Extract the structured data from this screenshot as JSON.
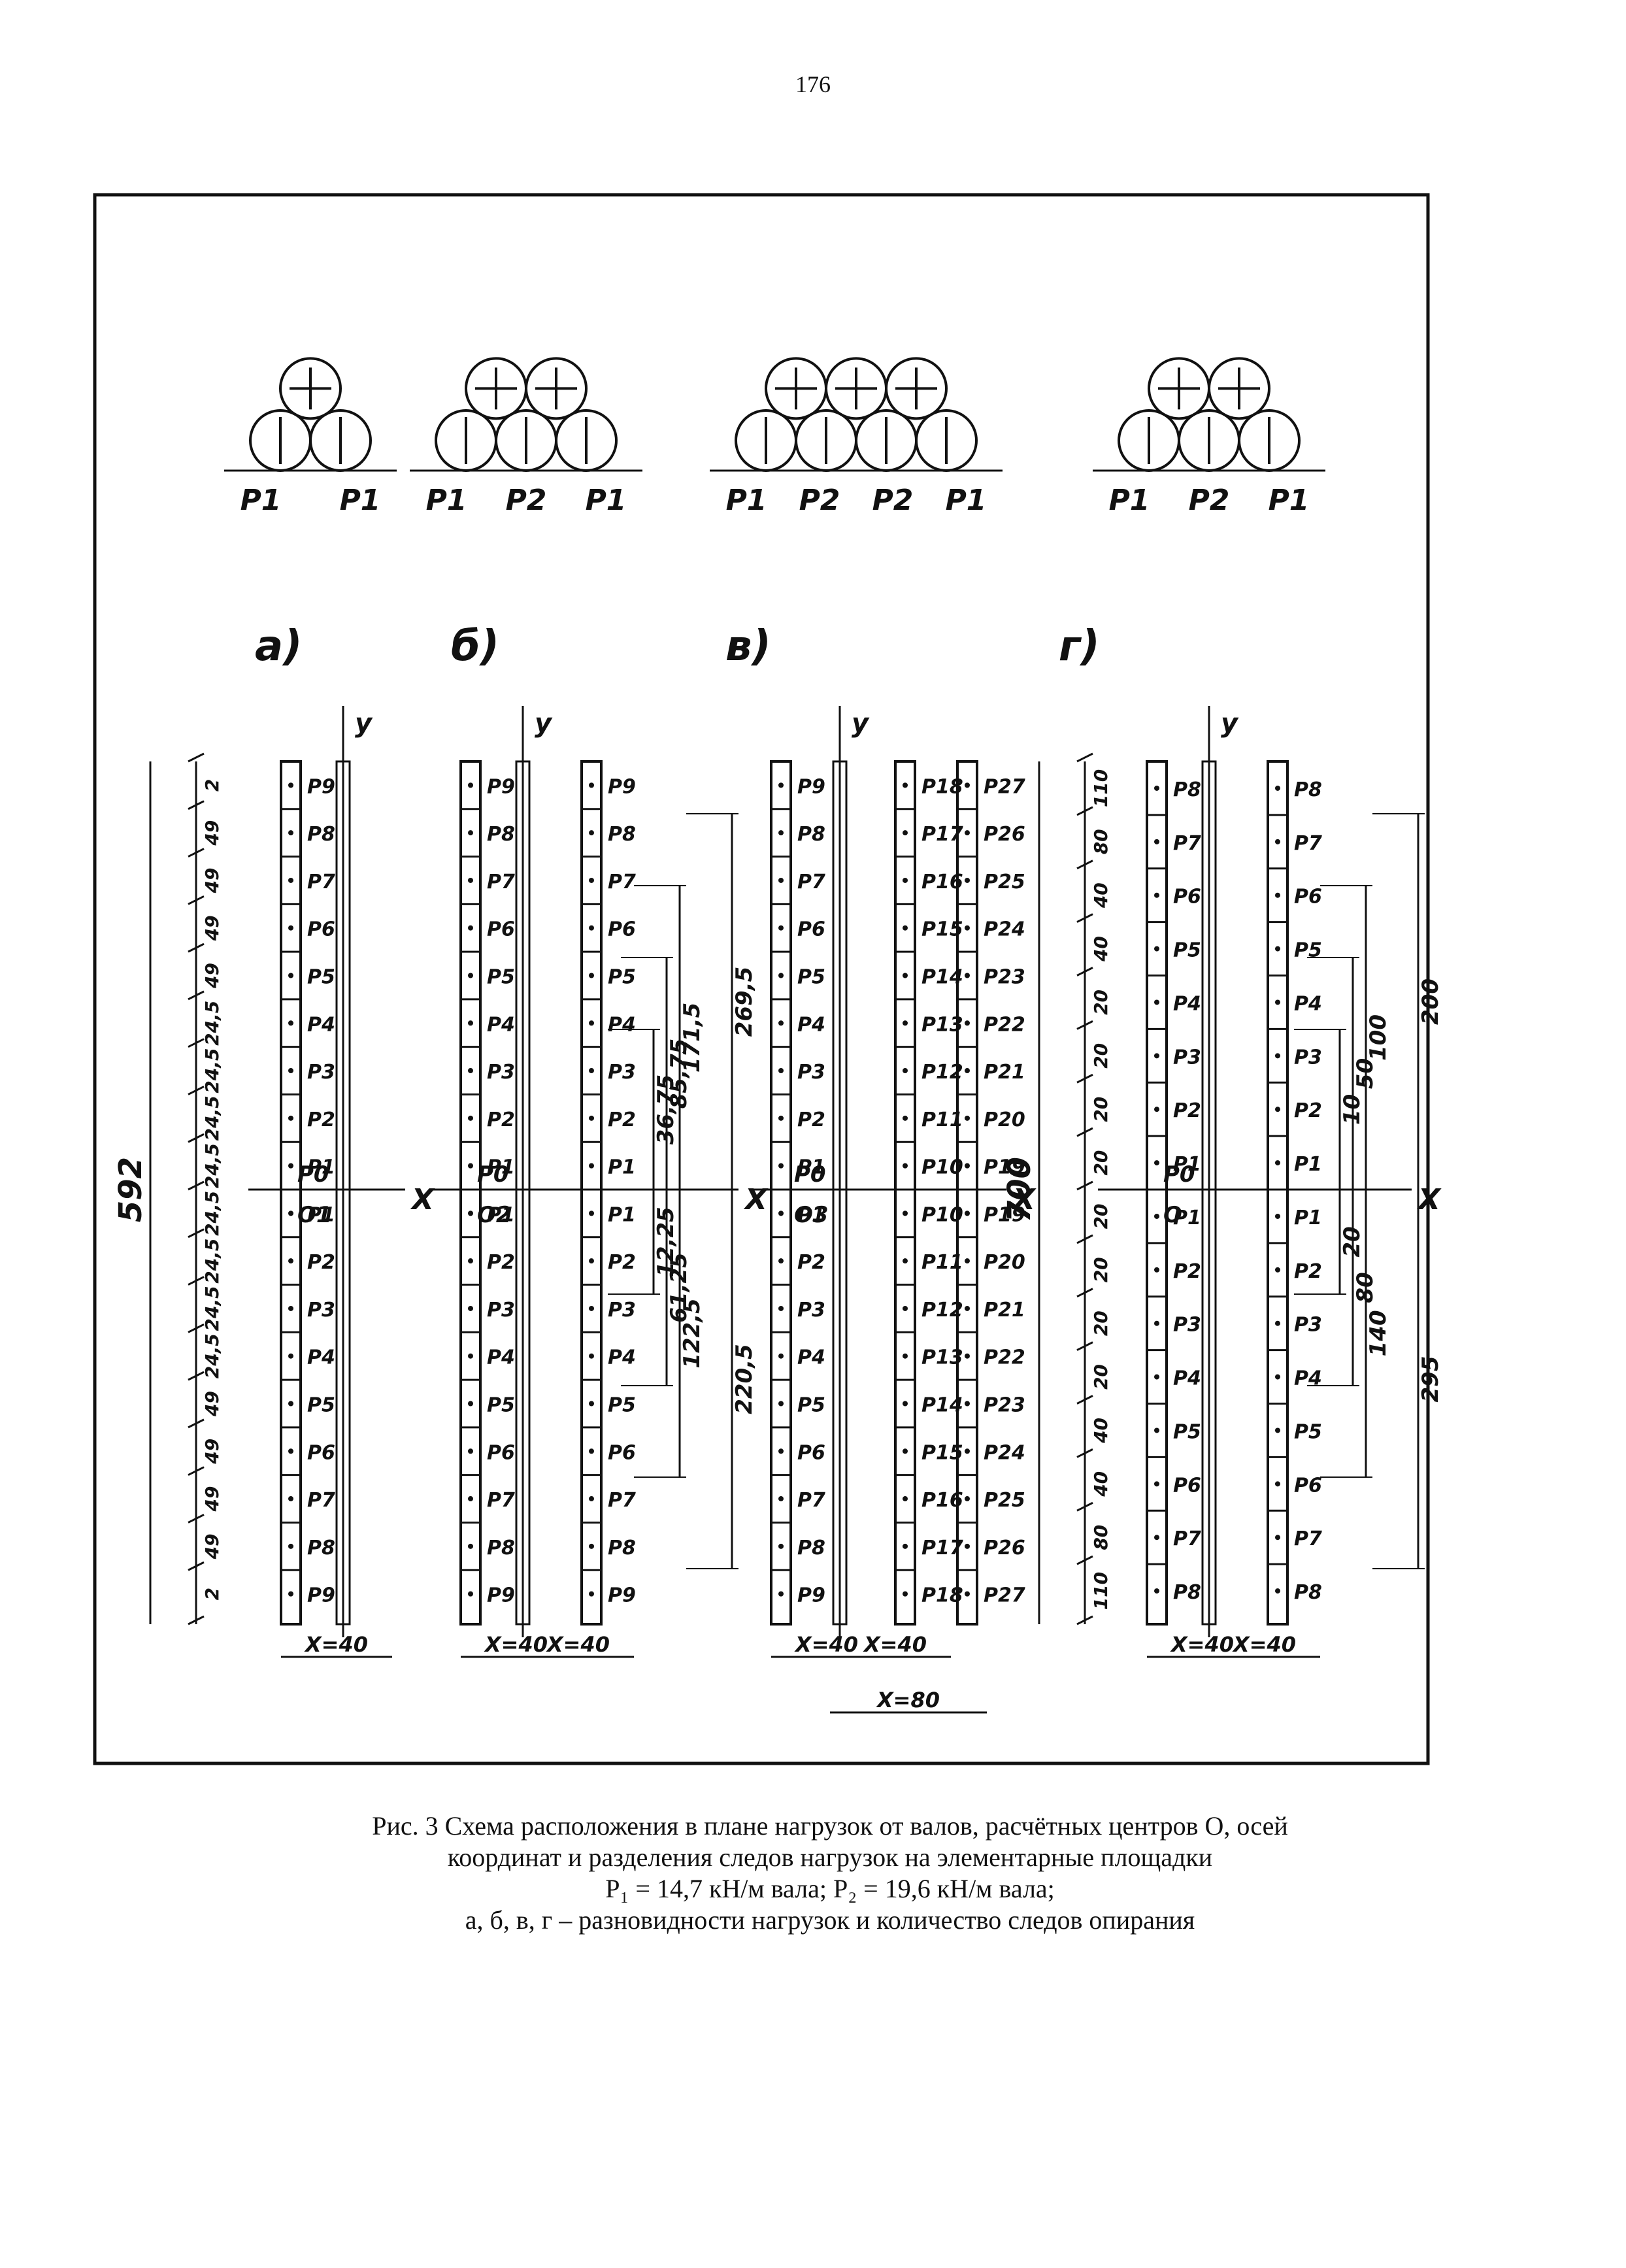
{
  "page_number": "176",
  "top_groups": [
    {
      "top_rollers": 1,
      "bottom_rollers": 2,
      "labels": [
        "P1",
        "P1"
      ]
    },
    {
      "top_rollers": 2,
      "bottom_rollers": 3,
      "labels": [
        "P1",
        "P2",
        "P1"
      ]
    },
    {
      "top_rollers": 3,
      "bottom_rollers": 4,
      "labels": [
        "P1",
        "P2",
        "P2",
        "P1"
      ]
    },
    {
      "top_rollers": 2,
      "bottom_rollers": 3,
      "labels": [
        "P1",
        "P2",
        "P1"
      ]
    }
  ],
  "schemes": [
    {
      "letter": "а)",
      "axis_y": "y",
      "axis_x": "X",
      "total_dim": "592",
      "dims": [
        "2",
        "49",
        "49",
        "49",
        "49",
        "24,5",
        "24,5",
        "24,5",
        "24,5",
        "24,5",
        "24,5",
        "24,5",
        "24,5",
        "49",
        "49",
        "49",
        "49",
        "2"
      ],
      "strips": [
        {
          "labels": [
            "P9",
            "P8",
            "P7",
            "P6",
            "P5",
            "P4",
            "P3",
            "P2",
            "P1",
            "P1",
            "P2",
            "P3",
            "P4",
            "P5",
            "P6",
            "P7",
            "P8",
            "P9"
          ]
        }
      ],
      "center_labels": [
        "P0",
        "O1"
      ],
      "spacing": [
        "X=40"
      ],
      "extra_dims": []
    },
    {
      "letter": "б)",
      "axis_y": "y",
      "axis_x": "X",
      "total_dim": "",
      "dims": [],
      "strips": [
        {
          "labels": [
            "P9",
            "P8",
            "P7",
            "P6",
            "P5",
            "P4",
            "P3",
            "P2",
            "P1",
            "P1",
            "P2",
            "P3",
            "P4",
            "P5",
            "P6",
            "P7",
            "P8",
            "P9"
          ]
        },
        {
          "labels": [
            "P9",
            "P8",
            "P7",
            "P6",
            "P5",
            "P4",
            "P3",
            "P2",
            "P1",
            "P1",
            "P2",
            "P3",
            "P4",
            "P5",
            "P6",
            "P7",
            "P8",
            "P9"
          ]
        }
      ],
      "center_labels": [
        "P0",
        "O2"
      ],
      "spacing": [
        "X=40",
        "X=40"
      ],
      "extra_dims": [
        "269,5",
        "171,5",
        "85,75",
        "36,75",
        "12,25",
        "61,25",
        "122,5",
        "220,5"
      ]
    },
    {
      "letter": "в)",
      "axis_y": "y",
      "axis_x": "X",
      "total_dim": "",
      "dims": [],
      "strips": [
        {
          "labels": [
            "P9",
            "P8",
            "P7",
            "P6",
            "P5",
            "P4",
            "P3",
            "P2",
            "P1",
            "P1",
            "P2",
            "P3",
            "P4",
            "P5",
            "P6",
            "P7",
            "P8",
            "P9"
          ]
        },
        {
          "labels": [
            "P18",
            "P17",
            "P16",
            "P15",
            "P14",
            "P13",
            "P12",
            "P11",
            "P10",
            "P10",
            "P11",
            "P12",
            "P13",
            "P14",
            "P15",
            "P16",
            "P17",
            "P18"
          ]
        },
        {
          "labels": [
            "P27",
            "P26",
            "P25",
            "P24",
            "P23",
            "P22",
            "P21",
            "P20",
            "P19",
            "P19",
            "P20",
            "P21",
            "P22",
            "P23",
            "P24",
            "P25",
            "P26",
            "P27"
          ]
        }
      ],
      "center_labels": [
        "P0",
        "O3"
      ],
      "spacing": [
        "X=40",
        "X=40",
        "X=80"
      ],
      "extra_dims": []
    },
    {
      "letter": "г)",
      "axis_y": "y",
      "axis_x": "X",
      "total_dim": "700",
      "dims": [
        "110",
        "80",
        "40",
        "40",
        "20",
        "20",
        "20",
        "20",
        "20",
        "20",
        "20",
        "20",
        "40",
        "40",
        "80",
        "110"
      ],
      "strips": [
        {
          "labels": [
            "P8",
            "P7",
            "P6",
            "P5",
            "P4",
            "P3",
            "P2",
            "P1",
            "P1",
            "P2",
            "P3",
            "P4",
            "P5",
            "P6",
            "P7",
            "P8"
          ]
        },
        {
          "labels": [
            "P8",
            "P7",
            "P6",
            "P5",
            "P4",
            "P3",
            "P2",
            "P1",
            "P1",
            "P2",
            "P3",
            "P4",
            "P5",
            "P6",
            "P7",
            "P8"
          ]
        }
      ],
      "center_labels": [
        "P0",
        "O"
      ],
      "spacing": [
        "X=40",
        "X=40"
      ],
      "extra_dims": [
        "200",
        "100",
        "50",
        "10",
        "20",
        "80",
        "140",
        "295"
      ]
    }
  ],
  "caption": {
    "line1": "Рис. 3 Схема расположения в плане нагрузок от валов, расчётных центров О, осей",
    "line2": "координат и разделения следов нагрузок на элементарные площадки",
    "line3": "P₁ = 14,7 кН/м вала; P₂ = 19,6 кН/м вала;",
    "line4": "а, б, в, г – разновидности нагрузок и количество следов опирания"
  }
}
